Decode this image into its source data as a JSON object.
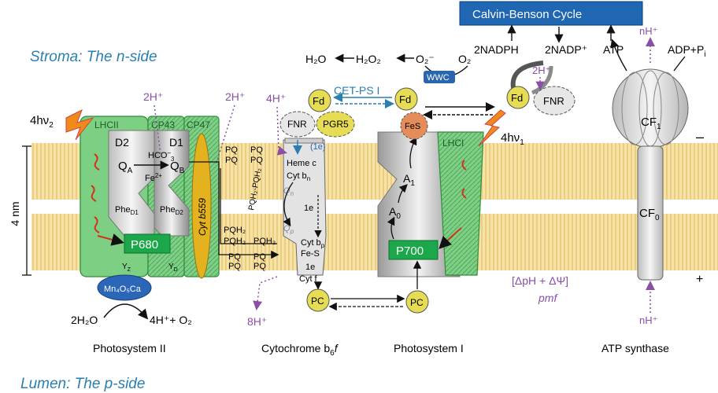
{
  "regions": {
    "stroma": "Stroma: The n-side",
    "lumen": "Lumen: The p-side",
    "thickness": "4 nm",
    "minus": "–",
    "plus": "+"
  },
  "captions": {
    "psii": "Photosystem II",
    "cytb6f": "Cytochrome b",
    "cytb6f_sub": "6",
    "cytb6f_tail": "f",
    "psi": "Photosystem I",
    "atp": "ATP synthase"
  },
  "calvin": "Calvin-Benson Cycle",
  "psii": {
    "light": "4hν",
    "light_sub": "2",
    "lhcii": "LHCII",
    "cp43": "CP43",
    "cp47": "CP47",
    "d2": "D2",
    "d1": "D1",
    "hco3": "HCO",
    "qa": "Q",
    "qa_sub": "A",
    "qb": "Q",
    "qb_sub": "B",
    "fe": "Fe",
    "fe_sup": "2+",
    "phe_d1": "Phe",
    "phe_d1_sub": "D1",
    "phe_d2": "Phe",
    "phe_d2_sub": "D2",
    "cytb559": "Cyt b559",
    "p680": "P680",
    "yz": "Y",
    "yz_sub": "Z",
    "yd": "Y",
    "yd_sub": "D",
    "mn": "Mn",
    "mn_formula": "Mn₄O₅Ca",
    "water": "2H₂O",
    "products": "4H⁺+ O₂",
    "h_top": "2H⁺",
    "h_top2": "2H⁺"
  },
  "pq": {
    "pq": "PQ",
    "pqh2": "PQH₂",
    "pqh2_pq": "PQH₂-PQH₂"
  },
  "cyt": {
    "h4": "4H⁺",
    "fnr": "FNR",
    "pgr5": "PGR5",
    "oneE": "(1e)",
    "hemec": "Heme c",
    "cytbn": "Cyt b",
    "cytbn_sub": "n",
    "qn": "Q",
    "qn_sub": "n",
    "qp": "Q",
    "qp_sub": "p",
    "e1": "1e",
    "e2": "1e",
    "cytbp": "Cyt b",
    "cytbp_sub": "p",
    "fes": "Fe-S",
    "cytf": "Cyt f",
    "h8": "8H⁺"
  },
  "psi": {
    "cet": "CET-PS I",
    "fd": "Fd",
    "fes": "FeS",
    "lhci": "LHCI",
    "light": "4hν",
    "light_sub": "1",
    "a1": "A",
    "a1_sub": "1",
    "a0": "A",
    "a0_sub": "0",
    "p700": "P700",
    "pc": "PC"
  },
  "top": {
    "h2o": "H₂O",
    "h2o2": "H₂O₂",
    "o2minus": "O₂⁻",
    "o2": "O₂",
    "wwc": "WWC",
    "nadph": "2NADPH",
    "nadp": "2NADP⁺",
    "atp": "ATP",
    "adp": "ADP+P",
    "adp_sub": "i",
    "h2": "2H⁺",
    "fnr": "FNR",
    "nh_top": "nH⁺"
  },
  "atp": {
    "cf1": "CF",
    "cf1_sub": "1",
    "cf0": "CF",
    "cf0_sub": "0",
    "nh_bottom": "nH⁺",
    "pmf_eq": "[ΔpH + ΔΨ]",
    "pmf": "pmf"
  },
  "colors": {
    "membrane": "#f2d691",
    "membrane_line": "#e2b75e",
    "green": "#79c27a",
    "green_dark": "#2f8f3a",
    "blue": "#2a66b0",
    "calvin": "#1f66b3",
    "yellow": "#e7dd55",
    "orange": "#e58c5b",
    "purple": "#8a4fa6"
  }
}
